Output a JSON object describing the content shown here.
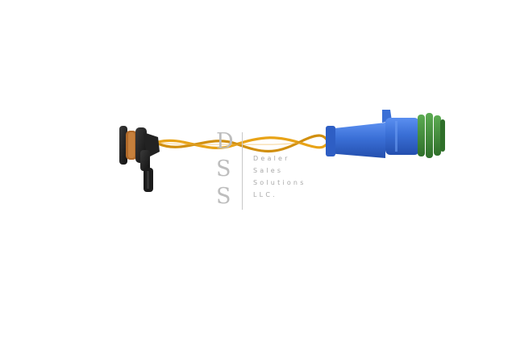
{
  "watermark": {
    "letters": [
      "D",
      "S",
      "S"
    ],
    "words": [
      "Dealer",
      "Sales",
      "Solutions",
      "LLC."
    ]
  },
  "colors": {
    "background": "#ffffff",
    "wire": "#e8a317",
    "connector": "#3a6fd6",
    "seal": "#3f8f3a",
    "sensor_body": "#1f1f1f",
    "sensor_coil": "#b06a2a"
  }
}
